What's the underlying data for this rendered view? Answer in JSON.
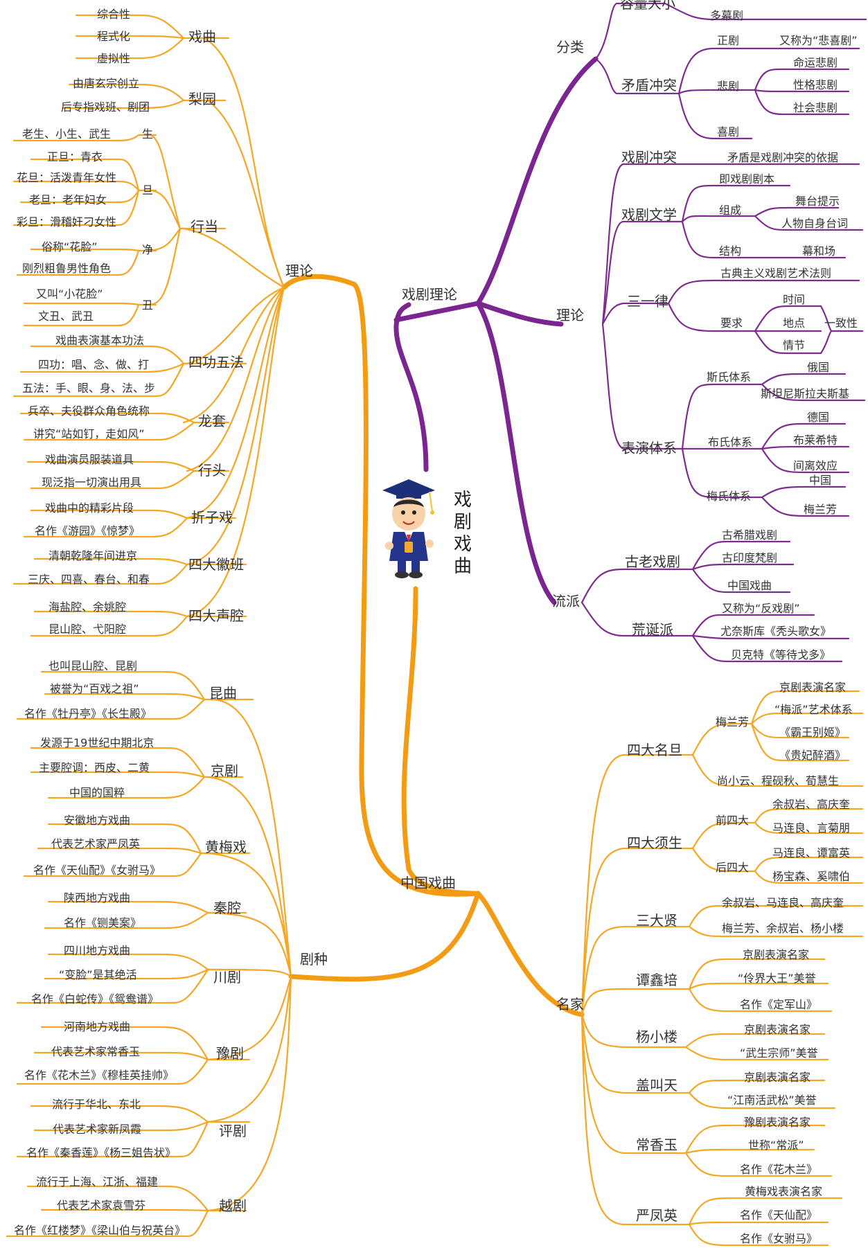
{
  "colors": {
    "orange": "#f5a623",
    "purple": "#7e2b8f",
    "text": "#333333"
  },
  "center": {
    "title": "戏剧戏曲",
    "mascot": "graduate-mascot-icon"
  },
  "main": {
    "drama_theory": "戏剧理论",
    "opera": "中国戏曲"
  },
  "left_theory": {
    "label": "理论",
    "xiqu": {
      "label": "戏曲",
      "items": [
        "综合性",
        "程式化",
        "虚拟性"
      ]
    },
    "liyuan": {
      "label": "梨园",
      "items": [
        "由唐玄宗创立",
        "后专指戏班、剧团"
      ]
    },
    "hangdang": {
      "label": "行当",
      "sheng": {
        "label": "生",
        "items": [
          "老生、小生、武生"
        ]
      },
      "dan": {
        "label": "旦",
        "items": [
          "正旦：青衣",
          "花旦：活泼青年女性",
          "老旦：老年妇女",
          "彩旦：滑稽奸刁女性"
        ]
      },
      "jing": {
        "label": "净",
        "items": [
          "俗称“花脸”",
          "刚烈粗鲁男性角色"
        ]
      },
      "chou": {
        "label": "丑",
        "items": [
          "又叫“小花脸”",
          "文丑、武丑"
        ]
      }
    },
    "sigong": {
      "label": "四功五法",
      "items": [
        "戏曲表演基本功法",
        "四功：唱、念、做、打",
        "五法：手、眼、身、法、步"
      ]
    },
    "longtao": {
      "label": "龙套",
      "items": [
        "兵卒、夫役群众角色统称",
        "讲究“站如钉，走如风”"
      ]
    },
    "xingtou": {
      "label": "行头",
      "items": [
        "戏曲演员服装道具",
        "现泛指一切演出用具"
      ]
    },
    "zhezi": {
      "label": "折子戏",
      "items": [
        "戏曲中的精彩片段",
        "名作《游园》《惊梦》"
      ]
    },
    "huiban": {
      "label": "四大徽班",
      "items": [
        "清朝乾隆年间进京",
        "三庆、四喜、春台、和春"
      ]
    },
    "shengqiang": {
      "label": "四大声腔",
      "items": [
        "海盐腔、余姚腔",
        "昆山腔、弋阳腔"
      ]
    }
  },
  "left_genres": {
    "label": "剧种",
    "kunqu": {
      "label": "昆曲",
      "items": [
        "也叫昆山腔、昆剧",
        "被誉为“百戏之祖”",
        "名作《牡丹亭》《长生殿》"
      ]
    },
    "jingju": {
      "label": "京剧",
      "items": [
        "发源于19世纪中期北京",
        "主要腔调：西皮、二黄",
        "中国的国粹"
      ]
    },
    "huangmei": {
      "label": "黄梅戏",
      "items": [
        "安徽地方戏曲",
        "代表艺术家严凤英",
        "名作《天仙配》《女驸马》"
      ]
    },
    "qinqiang": {
      "label": "秦腔",
      "items": [
        "陕西地方戏曲",
        "名作《铡美案》"
      ]
    },
    "chuanju": {
      "label": "川剧",
      "items": [
        "四川地方戏曲",
        "“变脸”是其绝活",
        "名作《白蛇传》《鸳鸯谱》"
      ]
    },
    "yuju": {
      "label": "豫剧",
      "items": [
        "河南地方戏曲",
        "代表艺术家常香玉",
        "名作《花木兰》《穆桂英挂帅》"
      ]
    },
    "pingju": {
      "label": "评剧",
      "items": [
        "流行于华北、东北",
        "代表艺术家新凤霞",
        "名作《秦香莲》《杨三姐告状》"
      ]
    },
    "yueju": {
      "label": "越剧",
      "items": [
        "流行于上海、江浙、福建",
        "代表艺术家袁雪芬",
        "名作《红楼梦》《梁山伯与祝英台》"
      ]
    }
  },
  "right_drama": {
    "fenlei": {
      "label": "分类",
      "rongliang": {
        "label": "容量大小",
        "items": [
          "多幕剧"
        ]
      },
      "maodun": {
        "label": "矛盾冲突",
        "zhengju": {
          "label": "正剧",
          "note": "又称为“悲喜剧”"
        },
        "beiju": {
          "label": "悲剧",
          "items": [
            "命运悲剧",
            "性格悲剧",
            "社会悲剧"
          ]
        },
        "xiju": {
          "label": "喜剧"
        }
      }
    },
    "lilun": {
      "label": "理论",
      "chongtu": {
        "label": "戏剧冲突",
        "items": [
          "矛盾是戏剧冲突的依据"
        ]
      },
      "wenxue": {
        "label": "戏剧文学",
        "items": [
          "即戏剧剧本"
        ],
        "zucheng": {
          "label": "组成",
          "items": [
            "舞台提示",
            "人物自身台词"
          ]
        },
        "jiegou": {
          "label": "结构",
          "items": [
            "幕和场"
          ]
        }
      },
      "sanyilu": {
        "label": "三一律",
        "items": [
          "古典主义戏剧艺术法则"
        ],
        "yaoqiu": {
          "label": "要求",
          "items": [
            "时间",
            "地点",
            "情节"
          ],
          "result": "一致性"
        }
      },
      "biaoyan": {
        "label": "表演体系",
        "si": {
          "label": "斯氏体系",
          "items": [
            "俄国",
            "斯坦尼斯拉夫斯基"
          ]
        },
        "bu": {
          "label": "布氏体系",
          "items": [
            "德国",
            "布莱希特",
            "间离效应"
          ]
        },
        "mei": {
          "label": "梅氏体系",
          "items": [
            "中国",
            "梅兰芳"
          ]
        }
      }
    },
    "liupai": {
      "label": "流派",
      "gulao": {
        "label": "古老戏剧",
        "items": [
          "古希腊戏剧",
          "古印度梵剧",
          "中国戏曲"
        ]
      },
      "huangdan": {
        "label": "荒诞派",
        "items": [
          "又称为“反戏剧”",
          "尤奈斯库《秃头歌女》",
          "贝克特《等待戈多》"
        ]
      }
    }
  },
  "right_masters": {
    "label": "名家",
    "sidamingdan": {
      "label": "四大名旦",
      "meilanfang": {
        "label": "梅兰芳",
        "items": [
          "京剧表演名家",
          "“梅派”艺术体系",
          "《霸王别姬》",
          "《贵妃醉酒》"
        ]
      },
      "others": "尚小云、程砚秋、荀慧生"
    },
    "sidaxusheng": {
      "label": "四大须生",
      "qian": {
        "label": "前四大",
        "items": [
          "余叔岩、高庆奎",
          "马连良、言菊朋"
        ]
      },
      "hou": {
        "label": "后四大",
        "items": [
          "马连良、谭富英",
          "杨宝森、奚啸伯"
        ]
      }
    },
    "sandaxian": {
      "label": "三大贤",
      "items": [
        "余叔岩、马连良、高庆奎",
        "梅兰芳、余叔岩、杨小楼"
      ]
    },
    "tanxinpei": {
      "label": "谭鑫培",
      "items": [
        "京剧表演名家",
        "“伶界大王”美誉",
        "名作《定军山》"
      ]
    },
    "yangxiaolou": {
      "label": "杨小楼",
      "items": [
        "京剧表演名家",
        "“武生宗师”美誉"
      ]
    },
    "gaijiaotian": {
      "label": "盖叫天",
      "items": [
        "京剧表演名家",
        "“江南活武松”美誉"
      ]
    },
    "changxiangyu": {
      "label": "常香玉",
      "items": [
        "豫剧表演名家",
        "世称“常派”",
        "名作《花木兰》"
      ]
    },
    "yanfengying": {
      "label": "严凤英",
      "items": [
        "黄梅戏表演名家",
        "名作《天仙配》",
        "名作《女驸马》"
      ]
    }
  }
}
